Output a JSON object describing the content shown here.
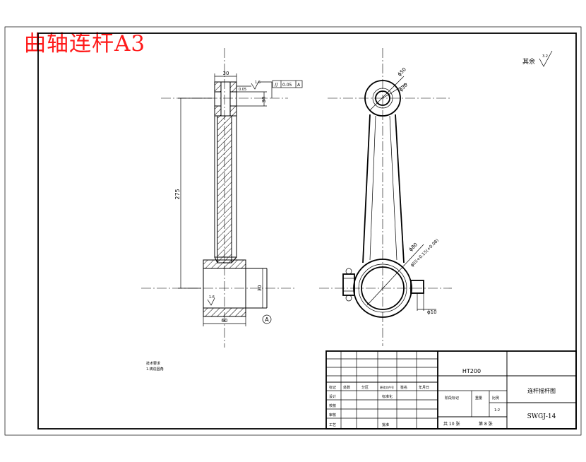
{
  "title": "曲轴连杆A3",
  "roughness_note": {
    "label": "其余",
    "value": "3.2"
  },
  "front_view": {
    "dim_top_width": "30",
    "dim_small_bore": "30",
    "dim_center_distance": "275",
    "dim_big_bore": "30",
    "dim_bottom_width": "60",
    "roughness_top": "1.6",
    "roughness_mid": "1.6",
    "chamfer": "0.05",
    "geometric_tolerance": {
      "symbol": "//",
      "value": "0.05",
      "datum": "A"
    },
    "datum_label": "A"
  },
  "side_view": {
    "dim_small_outer": "ϕ50",
    "dim_small_inner": "ϕ30",
    "dim_big_outer": "ϕ80",
    "dim_big_inner": "ϕ55+0.15(+0.08)",
    "dim_pin": "ϕ10"
  },
  "tech_requirements": {
    "heading": "技术要求",
    "line1": "1.铸造圆角"
  },
  "title_block": {
    "material": "HT200",
    "part_name": "连杆摇杆图",
    "drawing_no": "SWGJ-14",
    "scale_label": "比例",
    "scale_value": "1:2",
    "weight_label": "重量",
    "stage_label": "阶段标记",
    "sheets_label": "共 10 张",
    "sheet_label": "第 8 张",
    "rows": [
      "标记",
      "处数",
      "分区",
      "更改文件号",
      "签名",
      "年月日"
    ],
    "row_design": "设计",
    "row_standard": "标准化",
    "row_check": "校核",
    "row_review": "审核",
    "row_process": "工艺",
    "row_approve": "批准"
  }
}
